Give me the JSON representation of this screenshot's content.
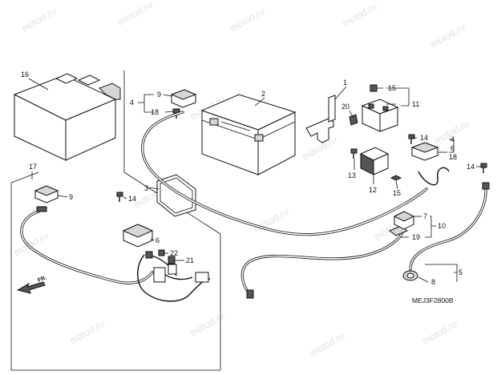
{
  "watermark": "motod.ru",
  "callouts": {
    "n1": "1",
    "n2": "2",
    "n3": "3",
    "n4a": "4",
    "n4b": "4",
    "n5": "5",
    "n6a": "6",
    "n6b": "6",
    "n7": "7",
    "n8": "8",
    "n9a": "9",
    "n9b": "9",
    "n10": "10",
    "n11": "11",
    "n12": "12",
    "n13": "13",
    "n14a": "14",
    "n14b": "14",
    "n14c": "14",
    "n15a": "15",
    "n15b": "15",
    "n16": "16",
    "n17": "17",
    "n18a": "18",
    "n18b": "18",
    "n19": "19",
    "n20": "20",
    "n21": "21",
    "n22": "22"
  },
  "front_arrow_label": "FR.",
  "diagram_code": "MEJ3F2800B"
}
